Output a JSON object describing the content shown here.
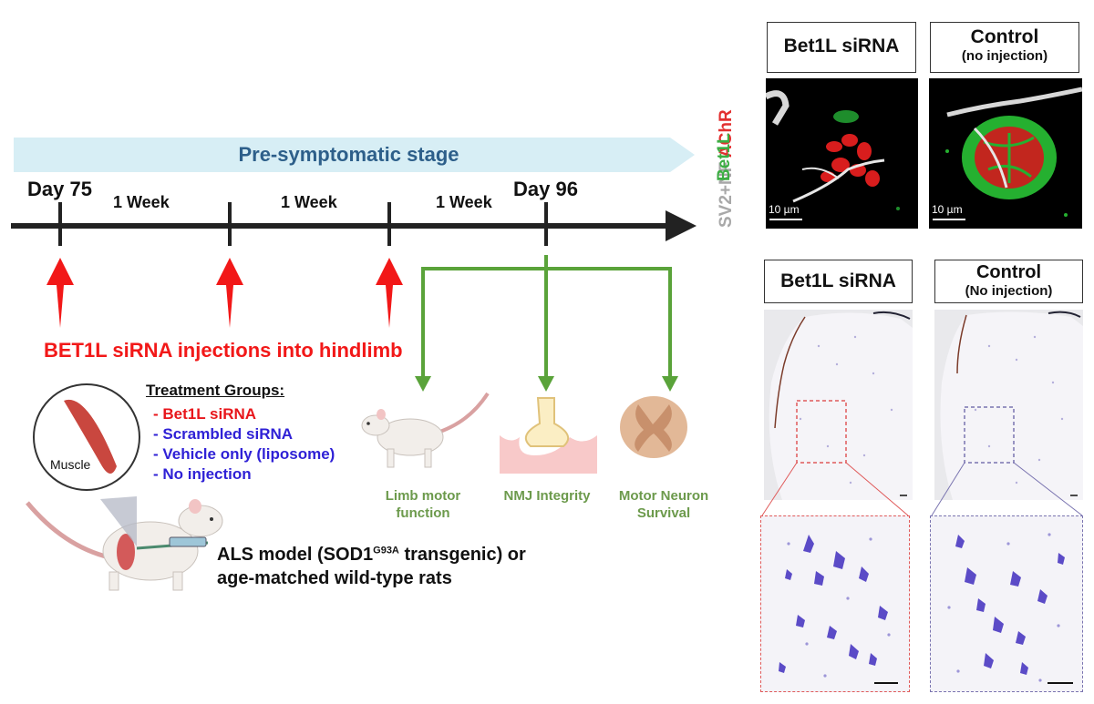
{
  "timeline": {
    "stage_label": "Pre-symptomatic stage",
    "day_start": "Day 75",
    "day_end": "Day 96",
    "week_labels": [
      "1 Week",
      "1 Week",
      "1 Week"
    ]
  },
  "injection_label": "BET1L siRNA injections into hindlimb",
  "treatment": {
    "heading": "Treatment Groups:",
    "groups": [
      {
        "text": "- Bet1L siRNA",
        "color": "#e8161b"
      },
      {
        "text": "- Scrambled siRNA",
        "color": "#2f21d6"
      },
      {
        "text": "- Vehicle only (liposome)",
        "color": "#2f21d6"
      },
      {
        "text": "- No injection",
        "color": "#2f21d6"
      }
    ]
  },
  "muscle_label": "Muscle",
  "model": {
    "line1_prefix": "ALS model (SOD1",
    "superscript": "G93A",
    "line1_suffix": " transgenic) or",
    "line2": "age-matched wild-type rats"
  },
  "outcomes": [
    {
      "line1": "Limb motor",
      "line2": "function"
    },
    {
      "line1": "NMJ Integrity",
      "line2": ""
    },
    {
      "line1": "Motor Neuron",
      "line2": "Survival"
    }
  ],
  "panels": {
    "top_left_title": "Bet1L siRNA",
    "top_right_title": "Control",
    "top_right_sub": "(no injection)",
    "bottom_left_title": "Bet1L siRNA",
    "bottom_right_title": "Control",
    "bottom_right_sub": "(No injection)",
    "stain_bet1l": "Bet1L",
    "stain_sv2nf": "SV2+NF",
    "stain_achr": "AChR",
    "scale_text": "10 µm"
  },
  "colors": {
    "arrow_red": "#f21818",
    "green": "#5aa33a",
    "outcome_text": "#6c9a4c",
    "stage_text": "#2d5f8a",
    "stage_band": "#d7eef5",
    "timeline": "#222222",
    "red_dash": "#e05a5a",
    "blue_dash": "#7a74b0"
  }
}
